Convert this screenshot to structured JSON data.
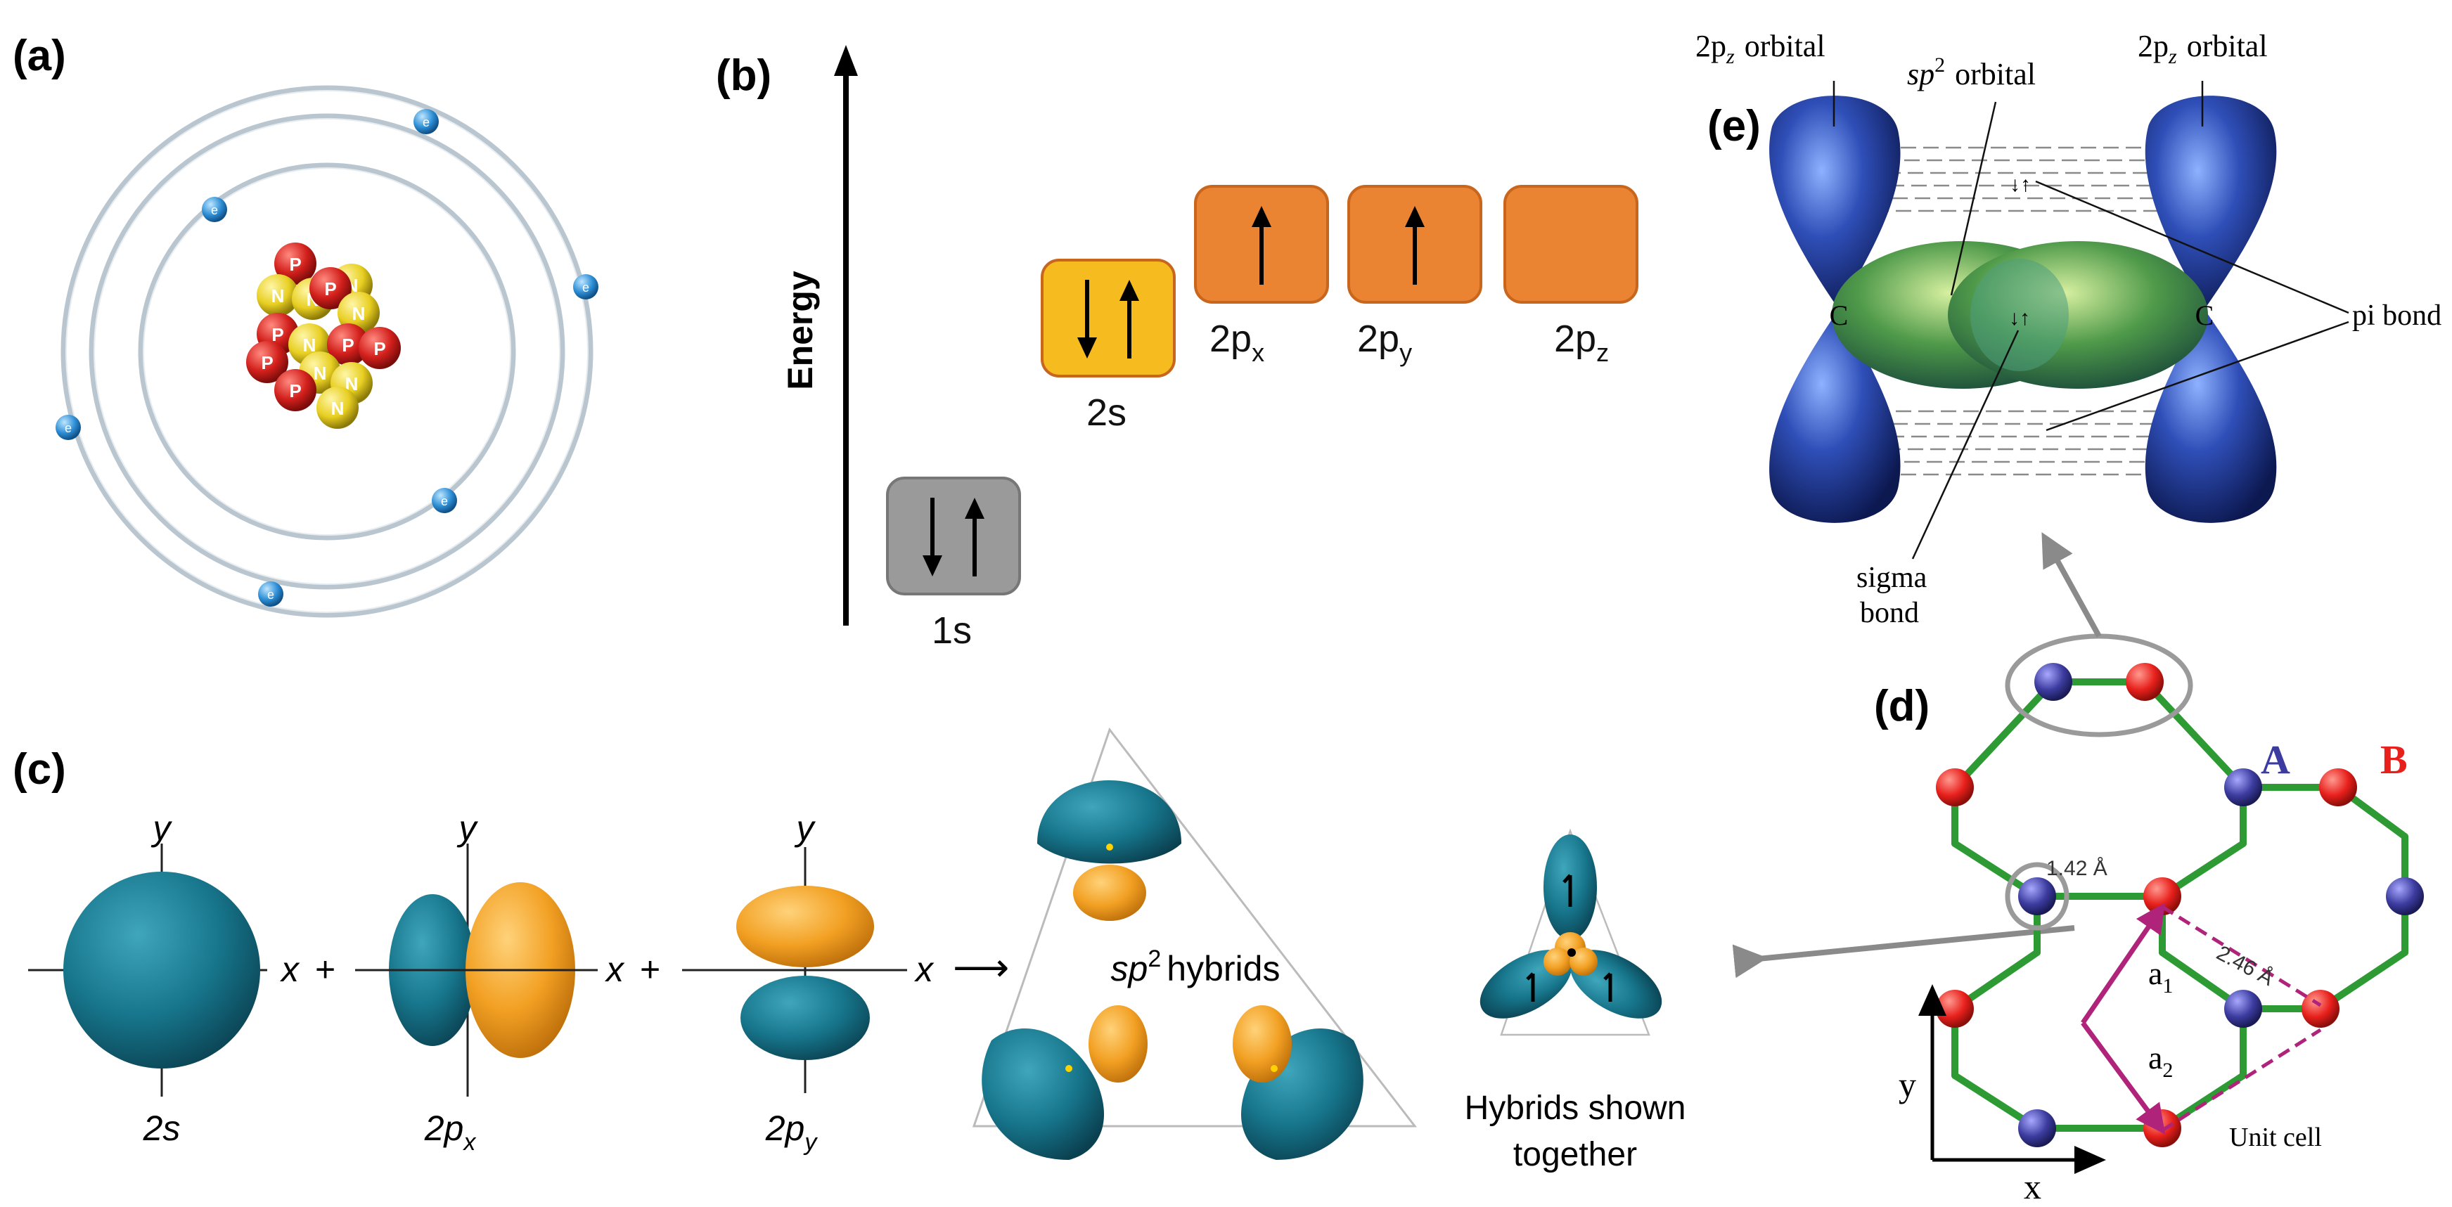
{
  "panels": {
    "a": {
      "label": "(a)",
      "protons": [
        "P",
        "P",
        "P",
        "P",
        "P",
        "P"
      ],
      "neutrons": [
        "N",
        "N",
        "N",
        "N",
        "N",
        "N"
      ],
      "electron_label": "e"
    },
    "b": {
      "label": "(b)",
      "energy_label": "Energy",
      "orbitals": [
        {
          "name": "1s",
          "sub": "",
          "electrons": 2,
          "color": "#9a9a9a"
        },
        {
          "name": "2s",
          "sub": "",
          "electrons": 2,
          "color": "#f6bc1f"
        },
        {
          "name": "2p",
          "sub": "x",
          "electrons": 1,
          "color": "#ea8332"
        },
        {
          "name": "2p",
          "sub": "y",
          "electrons": 1,
          "color": "#ea8332"
        },
        {
          "name": "2p",
          "sub": "z",
          "electrons": 0,
          "color": "#ea8332"
        }
      ]
    },
    "c": {
      "label": "(c)",
      "axis_x": "x",
      "axis_y": "y",
      "plus": "+",
      "arrow": "⟶",
      "orbital_s": "2s",
      "orbital_px": "2p",
      "orbital_px_sub": "x",
      "orbital_py": "2p",
      "orbital_py_sub": "y",
      "hybrids_sp": "sp",
      "hybrids_sup": "2",
      "hybrids_word": "hybrids",
      "together_line1": "Hybrids shown",
      "together_line2": "together",
      "colors": {
        "teal": "#17768c",
        "orange": "#f2a023"
      }
    },
    "d": {
      "label": "(d)",
      "site_a": "A",
      "site_b": "B",
      "bond_length": "1.42 Å",
      "lattice_const": "2.46 Å",
      "vec_a1": "a",
      "vec_a1_sub": "1",
      "vec_a2": "a",
      "vec_a2_sub": "2",
      "unit_cell": "Unit cell",
      "axis_x": "x",
      "axis_y": "y",
      "colors": {
        "bond": "#2e9a34",
        "atom_a": "#3c3ca0",
        "atom_b": "#e8201c",
        "vector": "#b0237a"
      }
    },
    "e": {
      "label": "(e)",
      "pz_left": "2p",
      "pz_left_sub": "z",
      "pz_left_word": "orbital",
      "sp2": "sp",
      "sp2_sup": "2",
      "sp2_word": "orbital",
      "pz_right": "2p",
      "pz_right_sub": "z",
      "pz_right_word": "orbital",
      "carbon_left": "C",
      "carbon_right": "C",
      "pi_bond": "pi bond",
      "sigma_line1": "sigma",
      "sigma_line2": "bond",
      "spin_pair": "↓↑"
    }
  }
}
